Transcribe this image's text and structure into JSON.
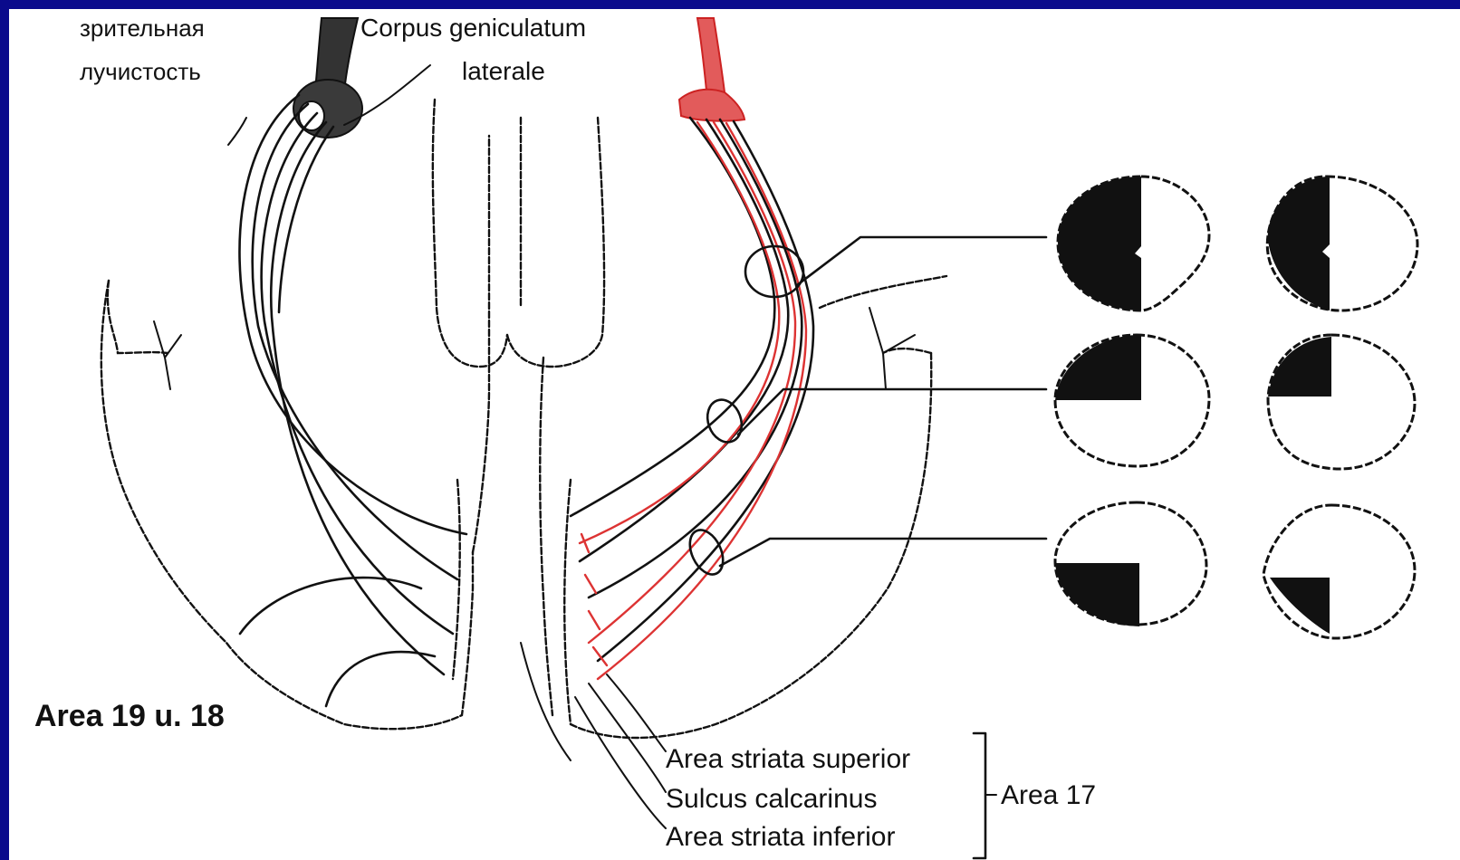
{
  "labels": {
    "optic_radiation": "зрительная лучистость",
    "optic_radiation_line1": "зрительная",
    "optic_radiation_line2": "лучистость",
    "lateral_geniculate_line1": "Corpus geniculatum",
    "lateral_geniculate_line2": "laterale",
    "area_19_18": "Area 19 u. 18",
    "area_striata_superior": "Area striata superior",
    "sulcus_calcarinus": "Sulcus calcarinus",
    "area_striata_inferior": "Area striata inferior",
    "area_17": "Area 17"
  },
  "visual_field_defects": [
    {
      "row": 1,
      "left_eye": "left-half-black",
      "right_eye": "left-half-black"
    },
    {
      "row": 2,
      "left_eye": "upper-left-quadrant-black",
      "right_eye": "upper-left-quadrant-black"
    },
    {
      "row": 3,
      "left_eye": "lower-left-quadrant-black",
      "right_eye": "lower-left-wedge-black"
    }
  ],
  "colors": {
    "frame": "#0a0a8c",
    "background": "#ffffff",
    "lines": "#111111",
    "highlight_pathway": "#d33333"
  }
}
